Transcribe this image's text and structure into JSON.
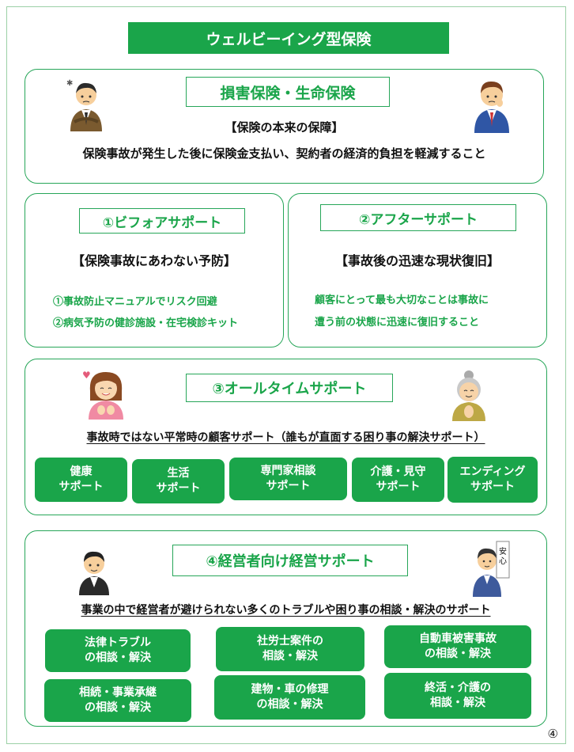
{
  "title": "ウェルビーイング型保険",
  "section1": {
    "label": "損害保険・生命保険",
    "subheading": "【保険の本来の保障】",
    "description": "保険事故が発生した後に保険金支払い、契約者の経済的負担を軽減すること"
  },
  "before_support": {
    "label": "①ビフォアサポート",
    "heading": "【保険事故にあわない予防】",
    "items": [
      "①事故防止マニュアルでリスク回避",
      "②病気予防の健診施設・在宅検診キット"
    ]
  },
  "after_support": {
    "label": "②アフターサポート",
    "heading": "【事故後の迅速な現状復旧】",
    "line1": "顧客にとって最も大切なことは事故に",
    "line2": "遭う前の状態に迅速に復旧すること"
  },
  "alltime_support": {
    "label": "③オールタイムサポート",
    "description": "事故時ではない平常時の顧客サポート（誰もが直面する困り事の解決サポート）",
    "buttons": [
      "健康\nサポート",
      "生活\nサポート",
      "専門家相談\nサポート",
      "介護・見守\nサポート",
      "エンディング\nサポート"
    ]
  },
  "management_support": {
    "label": "④経営者向け経営サポート",
    "description": "事業の中で経営者が避けられない多くのトラブルや困り事の相談・解決のサポート",
    "buttons": [
      "法律トラブル\nの相談・解決",
      "社労士案件の\n相談・解決",
      "自動車被害事故\nの相談・解決",
      "相続・事業承継\nの相談・解決",
      "建物・車の修理\nの相談・解決",
      "終活・介護の\n相談・解決"
    ]
  },
  "sign_text": "安心",
  "page_number": "④"
}
